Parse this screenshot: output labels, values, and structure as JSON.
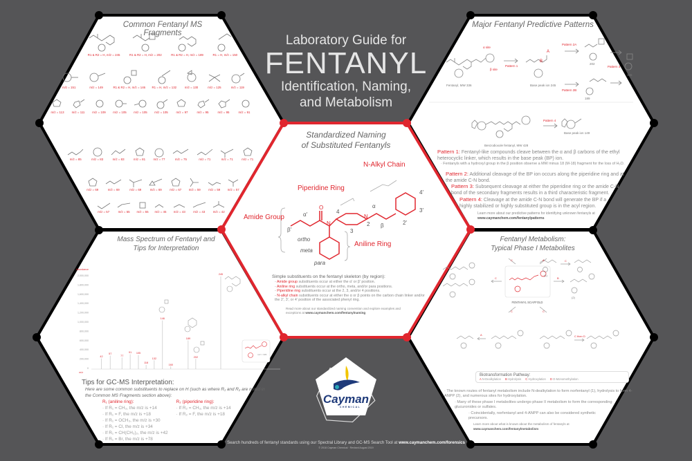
{
  "header": {
    "line1": "Laboratory Guide for",
    "line2": "FENTANYL",
    "line3": "Identification, Naming,",
    "line4": "and Metabolism"
  },
  "colors": {
    "background": "#555557",
    "accent": "#e0262e",
    "panel": "#ffffff",
    "border": "#000000",
    "text": "#555555"
  },
  "fragments_panel": {
    "title": "Common Fentanyl MS Fragments",
    "rows": [
      [
        "R1 & R2 = H, m/z = 245",
        "R1 & R2 = H, m/z = 202",
        "R1 & R2 = H, m/z = 189",
        "R1 = H, m/z = 150"
      ],
      [
        "m/z = 151",
        "m/z = 149",
        "R1 & R2 = H, m/z = 146",
        "R1 = H, m/z = 132",
        "m/z = 130",
        "m/z = 125",
        "m/z = 119"
      ],
      [
        "m/z = 113",
        "m/z = 111",
        "m/z = 109",
        "m/z = 105",
        "m/z = 105",
        "m/z = 105",
        "m/z = 97",
        "m/z = 95",
        "m/z = 95",
        "m/z = 91"
      ],
      [
        "m/z = 85",
        "m/z = 83",
        "m/z = 83",
        "m/z = 81",
        "m/z = 77",
        "m/z = 75",
        "m/z = 71",
        "m/z = 71",
        "m/z = 71"
      ],
      [
        "m/z = 69",
        "m/z = 69",
        "m/z = 69",
        "m/z = 69",
        "m/z = 67",
        "m/z = 59",
        "m/z = 59",
        "m/z = 57"
      ],
      [
        "m/z = 57",
        "m/z = 55",
        "m/z = 55",
        "m/z = 45",
        "m/z = 43",
        "m/z = 43",
        "m/z = 42"
      ]
    ]
  },
  "patterns_panel": {
    "title": "Major Fentanyl Predictive Patterns",
    "scheme_labels": {
      "alpha_site": "α site",
      "beta_site": "β site",
      "pattern1": "Pattern 1",
      "pattern2a": "Pattern 2A",
      "pattern2b": "Pattern 2B",
      "pattern3": "Pattern 3",
      "pattern4": "Pattern 4",
      "site_a": "A",
      "site_b": "B",
      "fentanyl": "Fentanyl, MW 336",
      "base_peak": "Base peak ion 245",
      "m202": "202",
      "m189": "189",
      "m146": "146",
      "benzodioxole": "Benzodioxole fentanyl, MW 428",
      "base_peak_149": "Base peak ion 149"
    },
    "items": [
      {
        "label": "Pattern 1:",
        "text": "Fentanyl-like compounds cleave between the α and β carbons of the ethyl heterocyclic linker, which results in the base peak (BP) ion.",
        "sub": "· Fentanyls with a hydroxyl group in the β position observe a MW minus 18 (M-18) fragment for the loss of H₂O."
      },
      {
        "label": "Pattern 2:",
        "text": "Additional cleavage of the BP ion occurs along the piperidine ring and at the amide C-N bond."
      },
      {
        "label": "Pattern 3:",
        "text": "Subsequent cleavage at either the piperidine ring or the amide C-N bond of the secondary fragments results in a third characteristic fragment."
      },
      {
        "label": "Pattern 4:",
        "text": "Cleavage at the amide C-N bond will generate the BP if a highly stabilized or highly substituted group is in the acyl region."
      }
    ],
    "learn_more": "Learn more about our predictive patterns for identifying unknown fentanyls at",
    "url": "www.caymanchem.com/fentanylpatterns"
  },
  "naming_panel": {
    "title_line1": "Standardized Naming",
    "title_line2": "of Substituted Fentanyls",
    "labels": {
      "n_alkyl": "N-Alkyl Chain",
      "piperidine": "Piperidine Ring",
      "amide": "Amide Group",
      "aniline": "Aniline Ring",
      "alpha": "α",
      "beta": "β",
      "alpha_p": "α'",
      "beta_p": "β'",
      "n4": "4",
      "n3": "3",
      "n2": "2",
      "p2": "2'",
      "p3": "3'",
      "p4": "4'",
      "ortho": "ortho",
      "meta": "meta",
      "para": "para",
      "N": "N",
      "O": "O"
    },
    "intro": "Simple substituents on the fentanyl skeleton (by region):",
    "items": [
      {
        "label": "Amide group",
        "text": "substituents occur at either the α' or β' position."
      },
      {
        "label": "Aniline ring",
        "text": "substituents occur at the ortho, meta, and/or para positions."
      },
      {
        "label": "Piperidine ring",
        "text": "substituents occur at the 2, 3, and/or 4 positions."
      },
      {
        "label": "N-alkyl chain",
        "text": "substituents occur at either the α or β points on the carbon chain linker and/or the 2', 3', or 4' position of the associated phenyl ring."
      }
    ],
    "learn_more": "Read more about our standardized naming convention and explore examples and exceptions at",
    "url": "www.caymanchem.com/fentanylnaming"
  },
  "spectrum_panel": {
    "title_line1": "Mass Spectrum of Fentanyl and",
    "title_line2": "Tips for Interpretation",
    "inset_label": "m/z = 336"
  },
  "chart_data": {
    "type": "bar",
    "title": "Mass Spectrum of Fentanyl",
    "xlabel": "m/z",
    "ylabel": "Abundance",
    "ylim": [
      0,
      2000000
    ],
    "yticks": [
      "0",
      "200,000",
      "400,000",
      "600,000",
      "800,000",
      "1,000,000",
      "1,200,000",
      "1,400,000",
      "1,600,000",
      "1,800,000",
      "2,000,000"
    ],
    "xticks": [
      30,
      40,
      50,
      60,
      70,
      80,
      90,
      100,
      110,
      120,
      130,
      140,
      150,
      160,
      170,
      180,
      190,
      200,
      210,
      220,
      230,
      240,
      250,
      260,
      270,
      280,
      290,
      300,
      310,
      320,
      330,
      340
    ],
    "xlim": [
      25,
      345
    ],
    "peaks": [
      {
        "mz": 42,
        "abundance": 230000
      },
      {
        "mz": 57,
        "abundance": 290000
      },
      {
        "mz": 77,
        "abundance": 250000
      },
      {
        "mz": 91,
        "abundance": 320000
      },
      {
        "mz": 105,
        "abundance": 300000
      },
      {
        "mz": 118,
        "abundance": 90000
      },
      {
        "mz": 132,
        "abundance": 190000
      },
      {
        "mz": 146,
        "abundance": 1050000
      },
      {
        "mz": 160,
        "abundance": 60000
      },
      {
        "mz": 189,
        "abundance": 620000
      },
      {
        "mz": 202,
        "abundance": 220000
      },
      {
        "mz": 245,
        "abundance": 2000000
      }
    ],
    "peak_labels": [
      "42",
      "57",
      "77",
      "91",
      "105",
      "118",
      "132",
      "146",
      "160",
      "189",
      "202",
      "245"
    ],
    "annotations": [
      "m/z = 42",
      "m/z = 57",
      "m/z = 77",
      "m/z = 91",
      "m/z = 105",
      "m/z = 132",
      "m/z = 146",
      "m/z = 189",
      "m/z = 202",
      "m/z = 245"
    ]
  },
  "tips": {
    "title": "Tips for GC-MS Interpretation:",
    "intro": "Here are some common substituents to replace on H (such as where R₁ and R₂ are noted in the Common MS Fragments section above):",
    "r1_header": "R₁ (aniline ring):",
    "r1": [
      "· If R₁ = CH₃, the m/z is +14",
      "· If R₁ = F, the m/z is +18",
      "· If R₁ = OCH₃, the m/z is +30",
      "· If R₁ = Cl, the m/z is +34",
      "· If R₁ = CH(CH₃)₂, the m/z is +42",
      "· If R₁ = Br, the m/z is +78"
    ],
    "r2_header": "R₂ (piperidine ring):",
    "r2": [
      "· If R₂ = CH₃, the m/z is +14",
      "· If R₂ = F, the m/z is +18"
    ]
  },
  "metabolism_panel": {
    "title_line1": "Fentanyl Metabolism:",
    "title_line2": "Typical Phase I Metabolites",
    "scaffold_label": "FENTANYL SCAFFOLD",
    "arrow_labels": [
      "C",
      "A",
      "C",
      "B",
      "C",
      "C",
      "A",
      "C then D"
    ],
    "compound_numbers": [
      "(1)",
      "(2)"
    ],
    "legend_title": "Biotransformation Pathway:",
    "legend": [
      {
        "key": "A",
        "label": "N-Dealkylation"
      },
      {
        "key": "B",
        "label": "Hydrolysis"
      },
      {
        "key": "C",
        "label": "Hydroxylation"
      },
      {
        "key": "D",
        "label": "O-Monomethylation"
      }
    ],
    "bullets": [
      "· The known routes of fentanyl metabolism include N-dealkylation to form norfentanyl (1), hydrolysis to form 4-ANPP (2), and numerous sites for hydroxylation.",
      "· Many of these phase I metabolites undergo phase II metabolism to form the corresponding glucuronides or sulfates.",
      "· Coincidentally, norfentanyl and 4-ANPP can also be considered synthetic precursors."
    ],
    "learn_more": "Learn more about what is known about the metabolism of fentanyls at",
    "url": "www.caymanchem.com/fentanylmetabolism"
  },
  "logo": {
    "name": "Cayman",
    "sub": "CHEMICAL"
  },
  "footer": {
    "text": "Search hundreds of fentanyl standards using our Spectral Library and GC-MS Search Tool at",
    "url": "www.caymanchem.com/forensics",
    "copyright": "© 2018 Cayman Chemical · Revised August 2019"
  }
}
